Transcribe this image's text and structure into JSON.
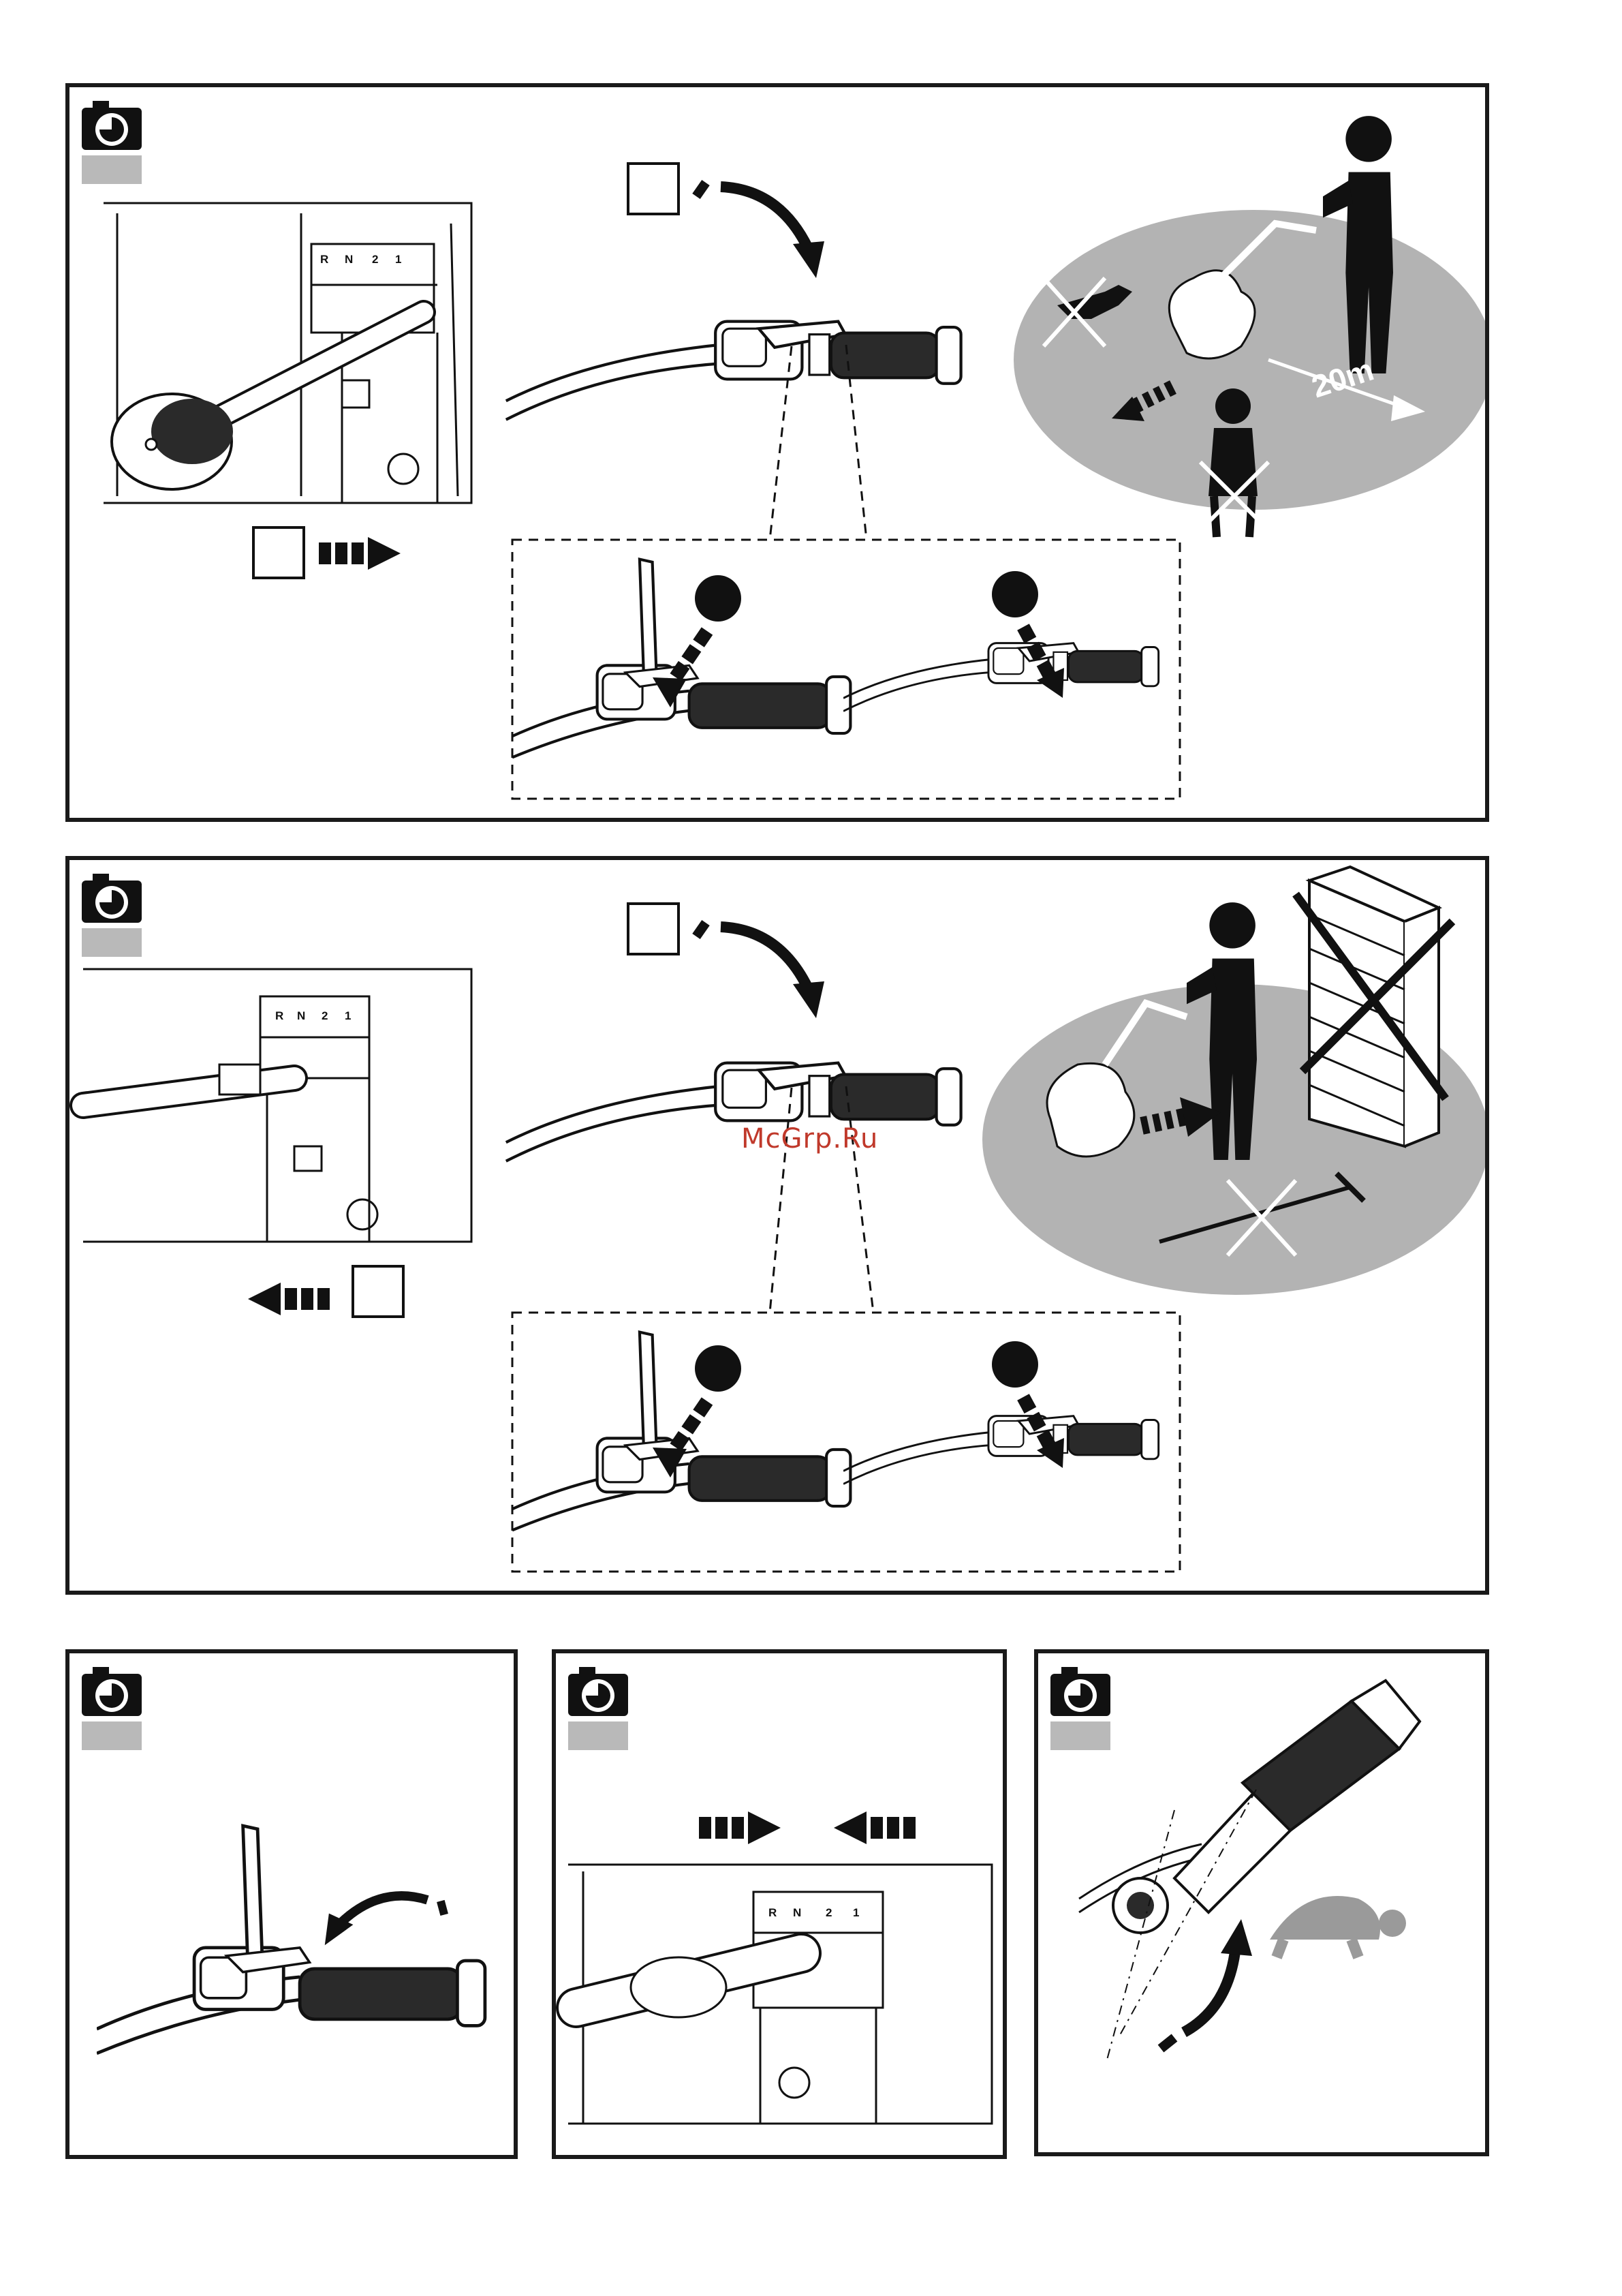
{
  "page": {
    "watermark": "McGrp.Ru"
  },
  "panels": [
    {
      "id": "panel-1",
      "gear_labels": [
        "R",
        "N",
        "2",
        "1"
      ],
      "distance_label": "20m",
      "icons": [
        "camera-icon",
        "arrow-right-icon",
        "curved-arrow-icon",
        "child-crossed-icon",
        "dog-crossed-icon"
      ]
    },
    {
      "id": "panel-2",
      "gear_labels": [
        "R",
        "N",
        "2",
        "1"
      ],
      "icons": [
        "camera-icon",
        "arrow-left-icon",
        "curved-arrow-icon",
        "wall-crossed-icon",
        "rake-crossed-icon"
      ]
    },
    {
      "id": "panel-3",
      "icons": [
        "camera-icon",
        "curved-arrow-icon",
        "lever-handle-icon"
      ]
    },
    {
      "id": "panel-4",
      "gear_labels": [
        "R",
        "N",
        "2",
        "1"
      ],
      "icons": [
        "camera-icon",
        "arrow-right-icon",
        "arrow-left-icon"
      ]
    },
    {
      "id": "panel-5",
      "icons": [
        "camera-icon",
        "curved-arrow-icon",
        "turtle-icon"
      ]
    }
  ],
  "colors": {
    "ink": "#111111",
    "ground": "#b3b3b3",
    "camera_tab": "#b9b9b9",
    "watermark": "#c0392b"
  }
}
